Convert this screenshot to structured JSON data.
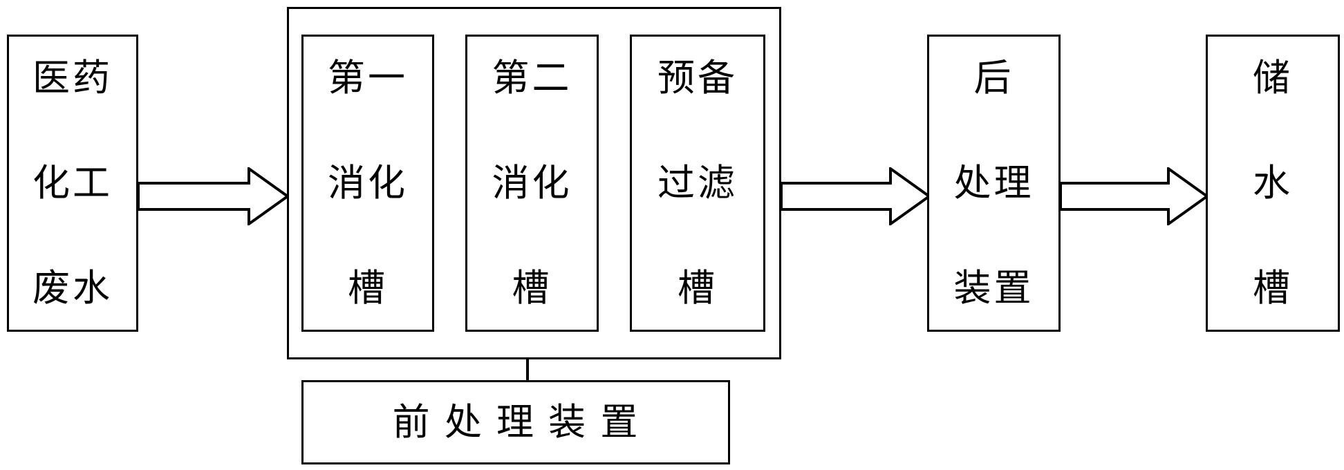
{
  "source": {
    "lines": [
      "医药",
      "化工",
      "废水"
    ]
  },
  "pretreatment_group": {
    "tanks": [
      {
        "lines": [
          "第一",
          "消化",
          "槽"
        ]
      },
      {
        "lines": [
          "第二",
          "消化",
          "槽"
        ]
      },
      {
        "lines": [
          "预备",
          "过滤",
          "槽"
        ]
      }
    ],
    "label": "前 处 理 装 置"
  },
  "post_treatment": {
    "lines": [
      "后",
      "处理",
      "装置"
    ]
  },
  "storage": {
    "lines": [
      "储",
      "水",
      "槽"
    ]
  }
}
